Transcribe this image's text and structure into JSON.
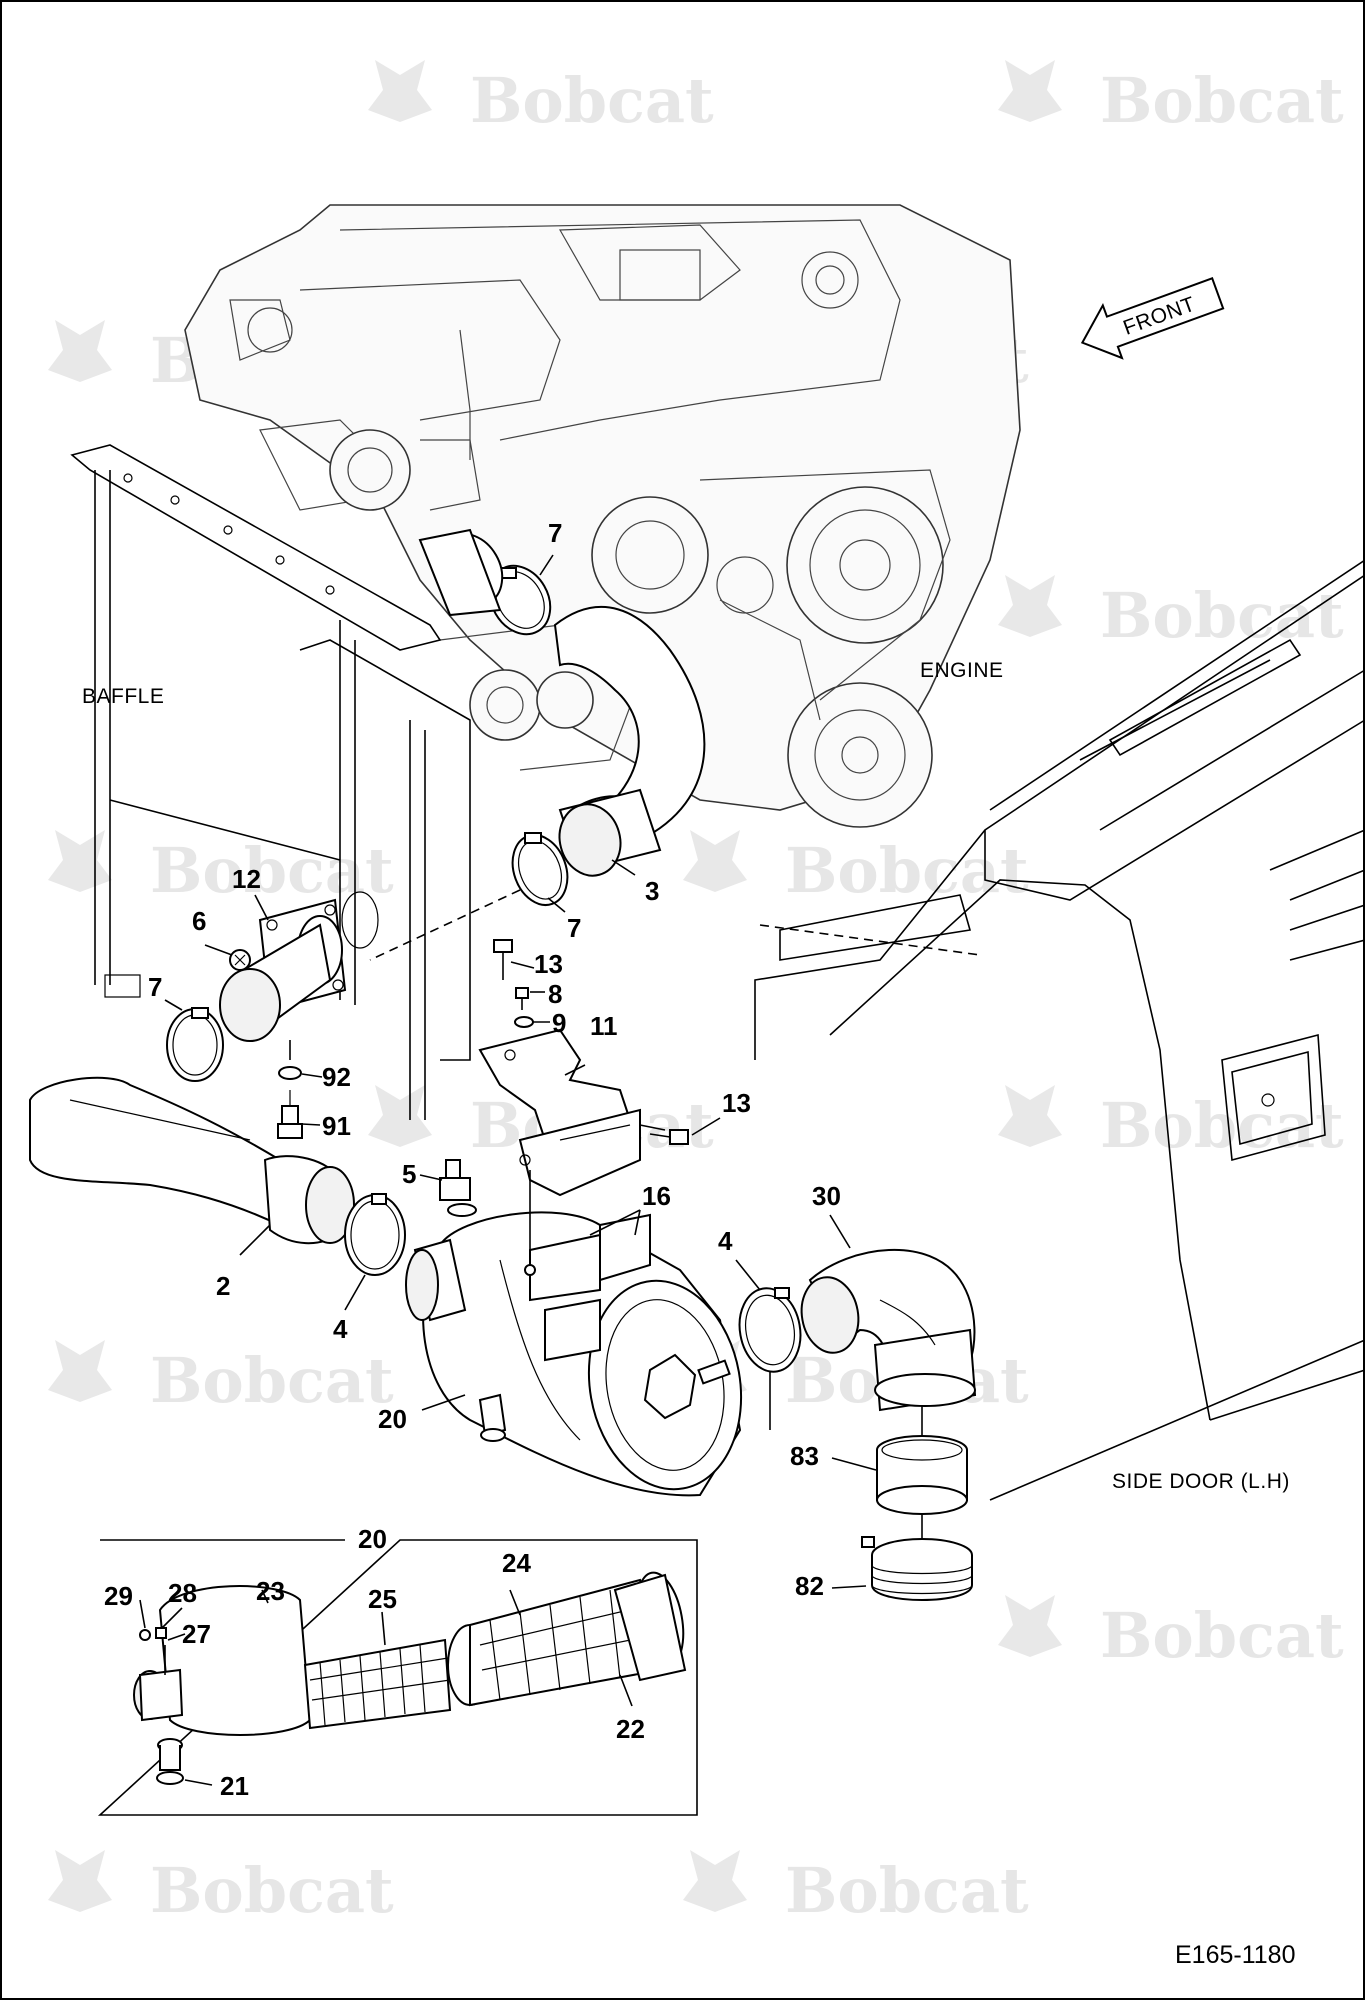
{
  "watermark_text": "Bobcat",
  "orientation_arrow": "FRONT",
  "labels": {
    "baffle": "BAFFLE",
    "engine": "ENGINE",
    "side_door": "SIDE DOOR (L.H)"
  },
  "document_id": "E165-1180",
  "callouts": {
    "c7a": "7",
    "c7b": "7",
    "c7c": "7",
    "c3": "3",
    "c12": "12",
    "c6": "6",
    "c92": "92",
    "c91": "91",
    "c13a": "13",
    "c8": "8",
    "c9": "9",
    "c11": "11",
    "c13b": "13",
    "c5": "5",
    "c16": "16",
    "c30": "30",
    "c2": "2",
    "c4a": "4",
    "c4b": "4",
    "c20a": "20",
    "c83": "83",
    "c82": "82",
    "c20b": "20",
    "c24": "24",
    "c29": "29",
    "c28": "28",
    "c23": "23",
    "c25": "25",
    "c27": "27",
    "c22": "22",
    "c21": "21"
  }
}
